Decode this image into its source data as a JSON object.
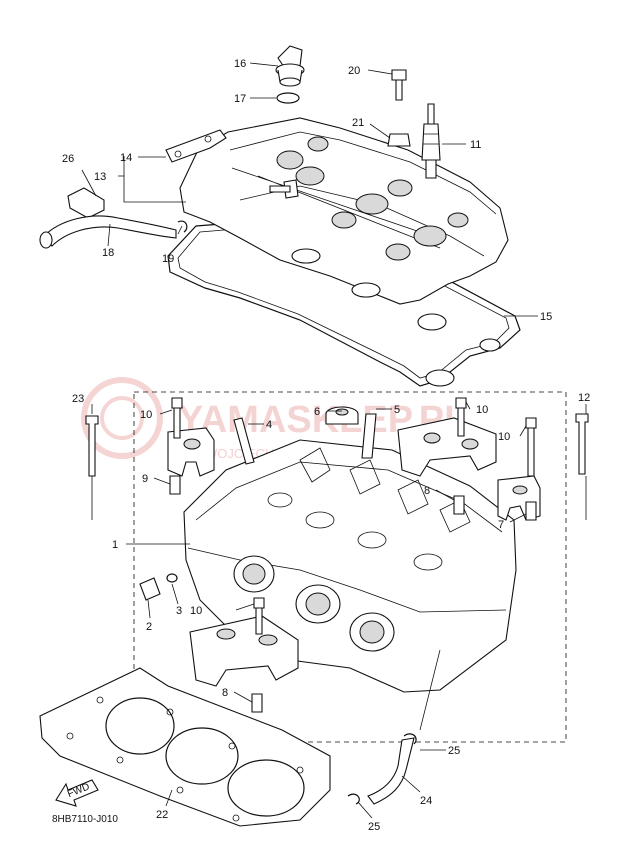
{
  "diagram_code": "8HB7110-J010",
  "fwd_label": "FWD",
  "watermark": {
    "main": "YAMASKLEP.PL",
    "sub": "WOJCIECH CZĘŚCI DO YAMAHA"
  },
  "callouts": [
    {
      "id": "c1",
      "label": "1"
    },
    {
      "id": "c2",
      "label": "2"
    },
    {
      "id": "c3",
      "label": "3"
    },
    {
      "id": "c4",
      "label": "4"
    },
    {
      "id": "c5",
      "label": "5"
    },
    {
      "id": "c6",
      "label": "6"
    },
    {
      "id": "c7",
      "label": "7"
    },
    {
      "id": "c8a",
      "label": "8"
    },
    {
      "id": "c8b",
      "label": "8"
    },
    {
      "id": "c9",
      "label": "9"
    },
    {
      "id": "c10a",
      "label": "10"
    },
    {
      "id": "c10b",
      "label": "10"
    },
    {
      "id": "c10c",
      "label": "10"
    },
    {
      "id": "c10d",
      "label": "10"
    },
    {
      "id": "c11",
      "label": "11"
    },
    {
      "id": "c12",
      "label": "12"
    },
    {
      "id": "c13",
      "label": "13"
    },
    {
      "id": "c14",
      "label": "14"
    },
    {
      "id": "c15",
      "label": "15"
    },
    {
      "id": "c16",
      "label": "16"
    },
    {
      "id": "c17",
      "label": "17"
    },
    {
      "id": "c18",
      "label": "18"
    },
    {
      "id": "c19",
      "label": "19"
    },
    {
      "id": "c20",
      "label": "20"
    },
    {
      "id": "c21",
      "label": "21"
    },
    {
      "id": "c22",
      "label": "22"
    },
    {
      "id": "c23",
      "label": "23"
    },
    {
      "id": "c24",
      "label": "24"
    },
    {
      "id": "c25a",
      "label": "25"
    },
    {
      "id": "c25b",
      "label": "25"
    },
    {
      "id": "c26",
      "label": "26"
    }
  ]
}
